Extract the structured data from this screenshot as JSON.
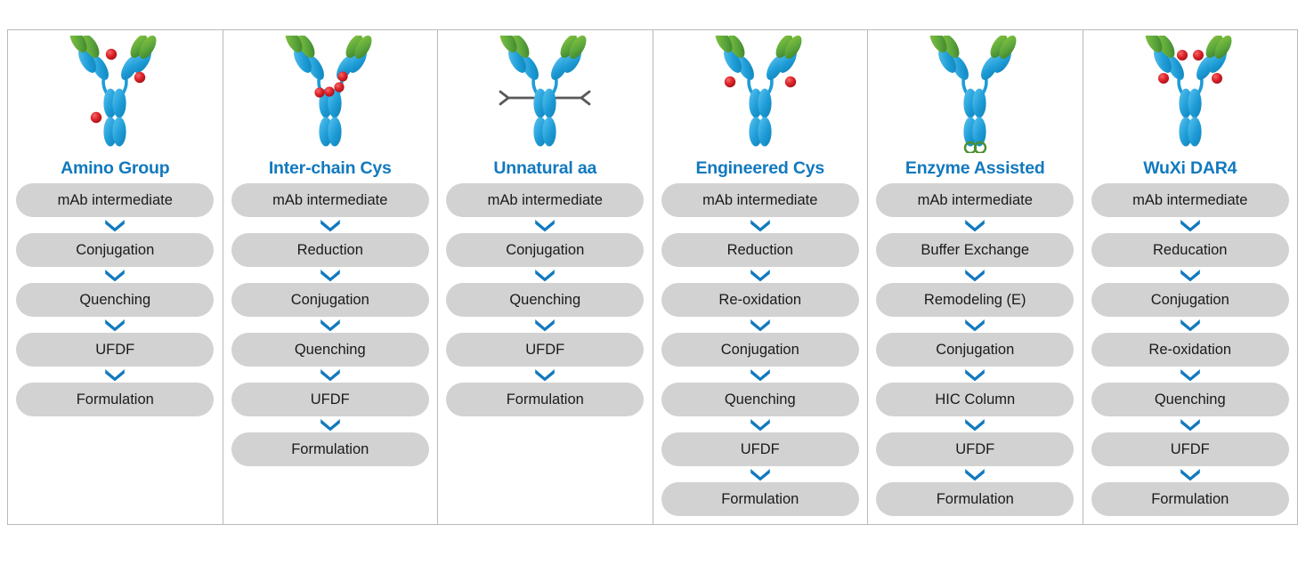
{
  "figure": {
    "accent_blue": "#1279be",
    "pill_gray": "#d2d2d3",
    "border_gray": "#b9b9b9",
    "marker_red": "#e02229",
    "marker_green": "#4b8f2e",
    "chain_blue": "#1e9cd7",
    "domain_green": "#5aa63c",
    "fork_gray": "#59595b",
    "arrow_icon": "chevron-down-icon"
  },
  "columns": [
    {
      "title": "Amino Group",
      "diagram": "antibody-amino-group",
      "steps": [
        "mAb intermediate",
        "Conjugation",
        "Quenching",
        "UFDF",
        "Formulation"
      ]
    },
    {
      "title": "Inter-chain Cys",
      "diagram": "antibody-inter-chain-cys",
      "steps": [
        "mAb intermediate",
        "Reduction",
        "Conjugation",
        "Quenching",
        "UFDF",
        "Formulation"
      ]
    },
    {
      "title": "Unnatural aa",
      "diagram": "antibody-unnatural-aa",
      "steps": [
        "mAb intermediate",
        "Conjugation",
        "Quenching",
        "UFDF",
        "Formulation"
      ]
    },
    {
      "title": "Engineered Cys",
      "diagram": "antibody-engineered-cys",
      "steps": [
        "mAb intermediate",
        "Reduction",
        "Re-oxidation",
        "Conjugation",
        "Quenching",
        "UFDF",
        "Formulation"
      ]
    },
    {
      "title": "Enzyme Assisted",
      "diagram": "antibody-enzyme-assisted",
      "steps": [
        "mAb intermediate",
        "Buffer Exchange",
        "Remodeling (E)",
        "Conjugation",
        "HIC Column",
        "UFDF",
        "Formulation"
      ]
    },
    {
      "title": "WuXi DAR4",
      "diagram": "antibody-wuxi-dar4",
      "steps": [
        "mAb intermediate",
        "Reducation",
        "Conjugation",
        "Re-oxidation",
        "Quenching",
        "UFDF",
        "Formulation"
      ]
    }
  ]
}
